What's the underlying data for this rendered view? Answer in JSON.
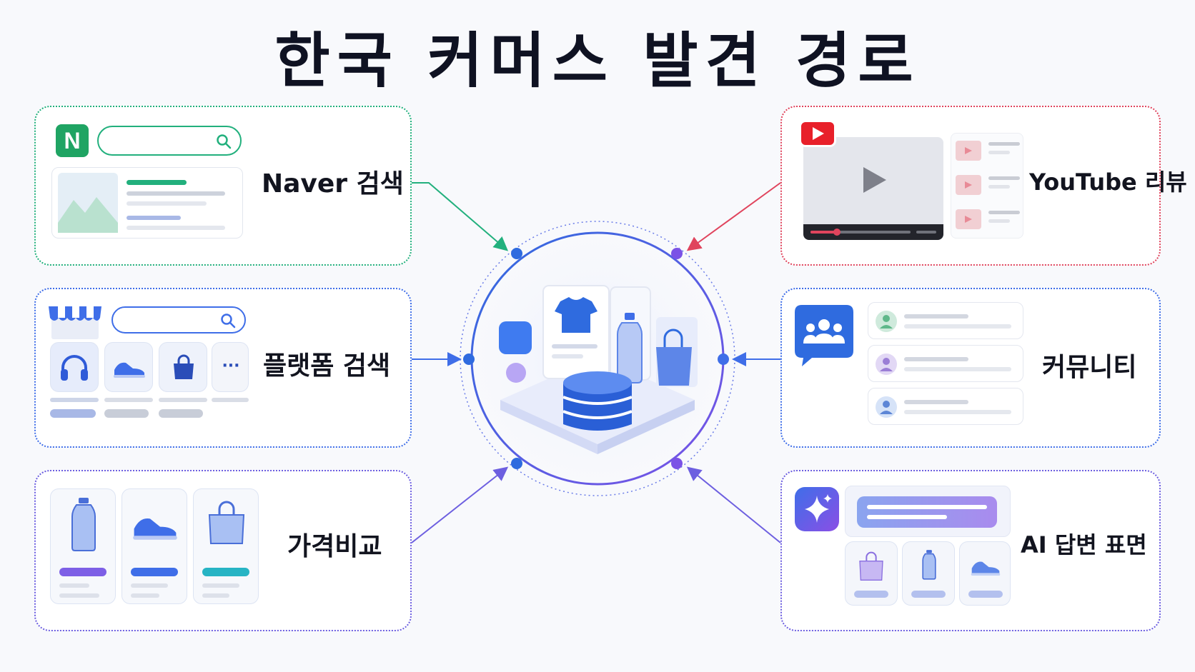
{
  "title": "한국 커머스 발견 경로",
  "sources": {
    "naver": {
      "label": "Naver 검색",
      "logo_letter": "N",
      "color": "#22b07d"
    },
    "platform": {
      "label": "플랫폼 검색",
      "more": "···",
      "color": "#3f6ee8"
    },
    "price": {
      "label": "가격비교",
      "color": "#6d5fe0"
    },
    "youtube": {
      "label": "YouTube 리뷰",
      "color": "#e0445d"
    },
    "community": {
      "label": "커뮤니티",
      "color": "#3f6ee8"
    },
    "ai": {
      "label": "AI 답변 표면",
      "color": "#6d5fe0"
    }
  },
  "icons": {
    "search": "search-icon",
    "center": "database-icon",
    "youtube": "play-icon",
    "community": "people-chat-icon",
    "ai": "sparkle-icon"
  }
}
